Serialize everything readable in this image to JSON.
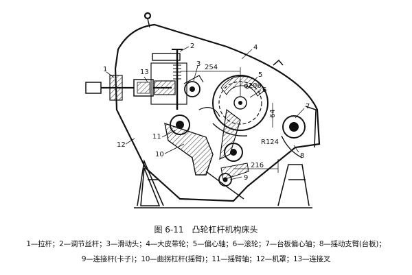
{
  "figure": {
    "title": "图 6-11　凸轮杠杆机构床头",
    "legend_line_1": "1—拉杆；2—调节丝杆；3—滑动头；4—大皮带轮；5—偏心轴；6—滚轮；7—台板偏心轴；8—摇动支臂(台板)；",
    "legend_line_2": "9—连接杆(卡子)；10—曲拐杠杆(摇臂)；11—摇臂轴；12—机罩；13—连接叉"
  },
  "labels": {
    "n1": "1",
    "n2": "2",
    "n3": "3",
    "n4": "4",
    "n5": "5",
    "n6": "6",
    "n7": "7",
    "n8": "8",
    "n9": "9",
    "n10": "10",
    "n11": "11",
    "n12": "12",
    "n13": "13"
  },
  "dimensions": {
    "d254": "254",
    "d206": "φ206",
    "d64": "64",
    "r124": "R124",
    "d216": "216"
  },
  "colors": {
    "ink": "#111111",
    "hatch": "#333333",
    "paper": "#ffffff"
  }
}
